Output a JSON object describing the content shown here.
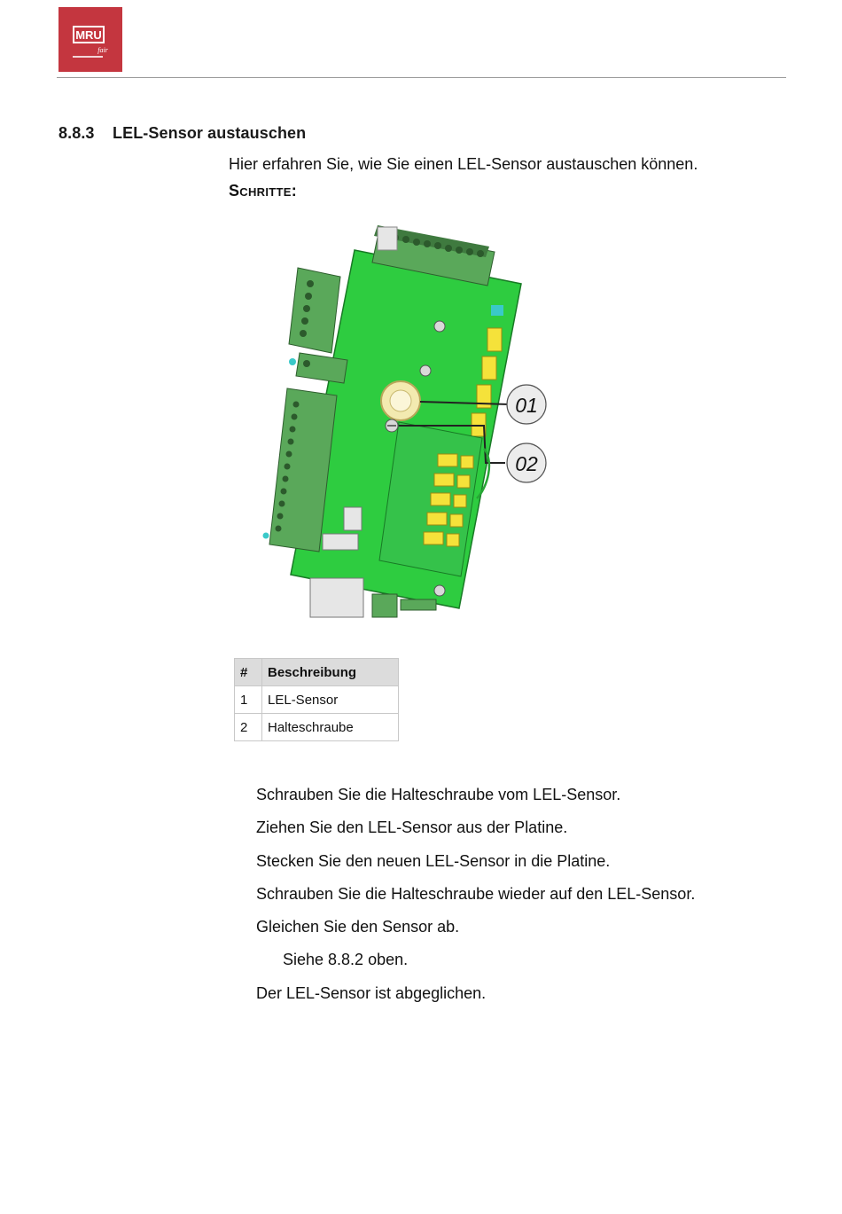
{
  "header": {
    "logo_text": "MRU",
    "logo_subtext": "fair"
  },
  "section": {
    "number": "8.8.3",
    "title": "LEL-Sensor austauschen",
    "intro": "Hier erfahren Sie, wie Sie einen LEL-Sensor austauschen können.",
    "steps_label": "Schritte:"
  },
  "figure": {
    "callouts": [
      "01",
      "02"
    ],
    "colors": {
      "pcb": "#2ecc40",
      "terminal": "#4f9a4f",
      "sensor": "#f3eab0",
      "relay": "#f5e23a"
    }
  },
  "table": {
    "headers": [
      "#",
      "Beschreibung"
    ],
    "rows": [
      [
        "1",
        "LEL-Sensor"
      ],
      [
        "2",
        "Halteschraube"
      ]
    ]
  },
  "steps": [
    "Schrauben Sie die Halteschraube vom LEL-Sensor.",
    "Ziehen Sie den LEL-Sensor aus der Platine.",
    "Stecken Sie den neuen LEL-Sensor in die Platine.",
    "Schrauben Sie die Halteschraube wieder auf den LEL-Sensor.",
    "Gleichen Sie den Sensor ab.",
    "Siehe 8.8.2 oben.",
    "Der LEL-Sensor ist abgeglichen."
  ]
}
